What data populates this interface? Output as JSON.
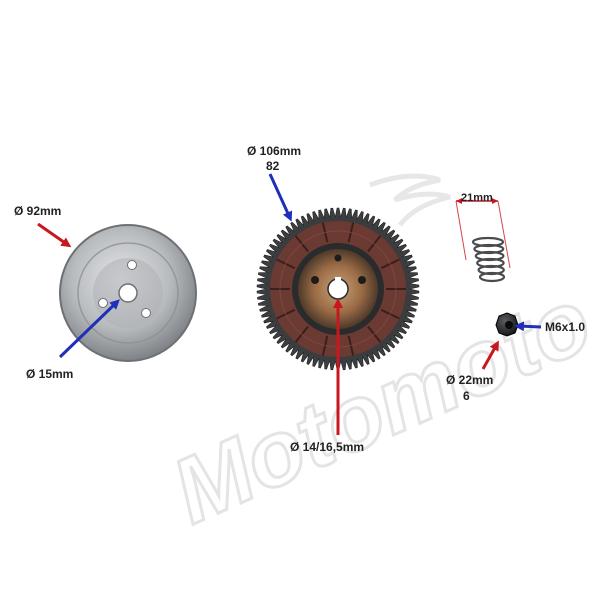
{
  "labels": {
    "pulley_diameter": "Ø 92mm",
    "pulley_bore": "Ø 15mm",
    "gear_diameter": "Ø 106mm",
    "gear_teeth": "82",
    "gear_bore": "Ø 14/16,5mm",
    "spring_length": "21mm",
    "nut_thread": "M6x1.0",
    "nut_diameter": "Ø 22mm",
    "nut_teeth": "6"
  },
  "watermark": "Motomoto",
  "colors": {
    "red_arrow": "#c8181f",
    "blue_arrow": "#1f2fb8",
    "metal": "#b9bcbf",
    "brake_pad": "#6b3a32",
    "gear_teeth": "#3d3e40",
    "watermark": "#e6e6e6"
  }
}
